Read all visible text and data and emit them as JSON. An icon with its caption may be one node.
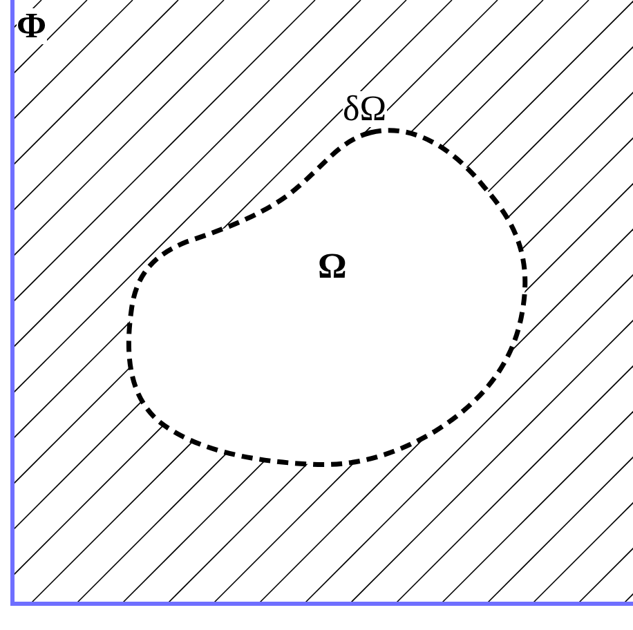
{
  "diagram": {
    "labels": [
      "Φ",
      "δΩ",
      "Ω"
    ]
  }
}
